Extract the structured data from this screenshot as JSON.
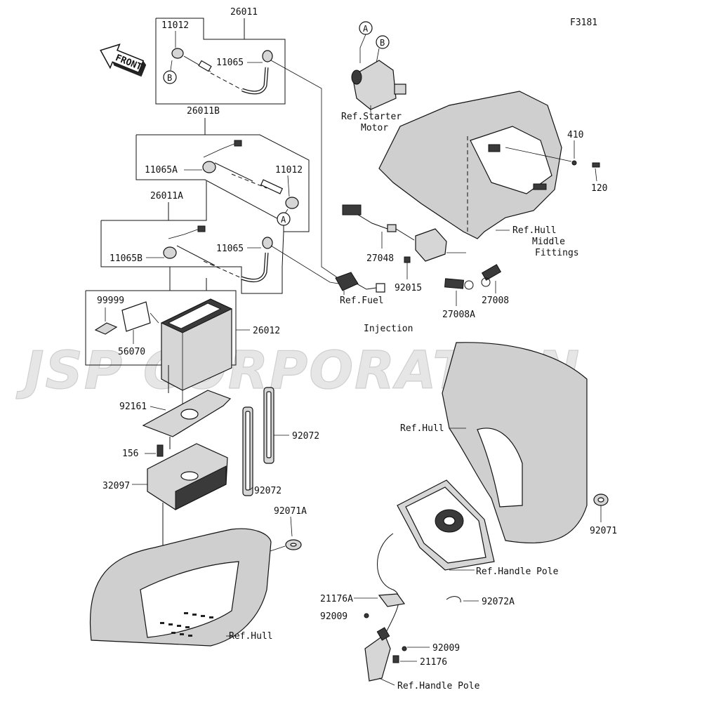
{
  "figure_code": "F3181",
  "front_label": "FRONT",
  "watermark": "JSP CORPORATION",
  "callout_letters": {
    "a": "A",
    "b": "B"
  },
  "parts": {
    "p26011": "26011",
    "p11012_top": "11012",
    "p11065_top": "11065",
    "p26011B": "26011B",
    "p11065A": "11065A",
    "p11012_mid": "11012",
    "p26011A": "26011A",
    "p11065B": "11065B",
    "p11065_mid": "11065",
    "p99999": "99999",
    "p56070": "56070",
    "p26012": "26012",
    "p92161": "92161",
    "p156": "156",
    "p32097": "32097",
    "p92072_a": "92072",
    "p92072_b": "92072",
    "p92071A": "92071A",
    "p27048": "27048",
    "p92015": "92015",
    "p27008A": "27008A",
    "p27008": "27008",
    "p410": "410",
    "p120": "120",
    "p92071": "92071",
    "p21176A": "21176A",
    "p92009_a": "92009",
    "p92072A": "92072A",
    "p92009_b": "92009",
    "p21176": "21176"
  },
  "refs": {
    "starter_l1": "Ref.Starter",
    "starter_l2": "Motor",
    "hull_mid_l1": "Ref.Hull",
    "hull_mid_l2": "Middle",
    "hull_mid_l3": "Fittings",
    "fuel_l1": "Ref.Fuel",
    "fuel_l2": "Injection",
    "hull_right": "Ref.Hull",
    "handle_pole_1": "Ref.Handle Pole",
    "hull_bottom": "Ref.Hull",
    "handle_pole_2": "Ref.Handle Pole"
  }
}
